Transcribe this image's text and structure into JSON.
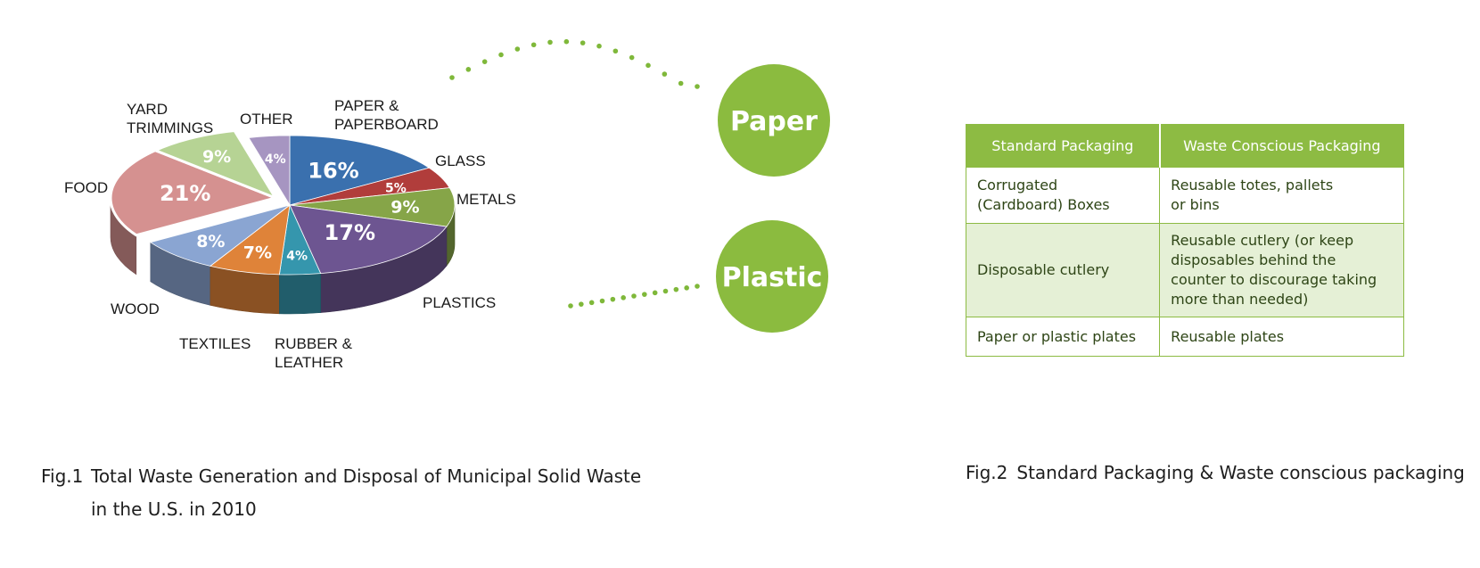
{
  "colors": {
    "accent_green": "#8bbb3f",
    "table_header": "#8dbb43",
    "table_shade": "#e5f0d6",
    "dot_green": "#7fb83a"
  },
  "chart_data": {
    "type": "pie",
    "style": "3d-exploded",
    "slices": [
      {
        "label": "PAPER & PAPERBOARD",
        "value": 16,
        "pct_label": "16%",
        "color": "#3a70ae"
      },
      {
        "label": "GLASS",
        "value": 5,
        "pct_label": "5%",
        "color": "#b13d3b"
      },
      {
        "label": "METALS",
        "value": 9,
        "pct_label": "9%",
        "color": "#86a548"
      },
      {
        "label": "PLASTICS",
        "value": 17,
        "pct_label": "17%",
        "color": "#6d5591"
      },
      {
        "label": "RUBBER & LEATHER",
        "value": 4,
        "pct_label": "4%",
        "color": "#3596ad"
      },
      {
        "label": "TEXTILES",
        "value": 7,
        "pct_label": "7%",
        "color": "#df8339"
      },
      {
        "label": "WOOD",
        "value": 8,
        "pct_label": "8%",
        "color": "#8aa5d2"
      },
      {
        "label": "FOOD",
        "value": 21,
        "pct_label": "21%",
        "color": "#d59190"
      },
      {
        "label": "YARD TRIMMINGS",
        "value": 9,
        "pct_label": "9%",
        "color": "#b6d394"
      },
      {
        "label": "OTHER",
        "value": 4,
        "pct_label": "4%",
        "color": "#a695c1"
      }
    ]
  },
  "bubbles": {
    "paper": "Paper",
    "plastic": "Plastic"
  },
  "table": {
    "headers": [
      "Standard Packaging",
      "Waste Conscious Packaging"
    ],
    "rows": [
      {
        "standard": "Corrugated\n(Cardboard) Boxes",
        "conscious": "Reusable totes, pallets\nor bins",
        "shaded": false
      },
      {
        "standard": "Disposable cutlery",
        "conscious": "Reusable cutlery (or keep\ndisposables behind the\ncounter to discourage taking\nmore than needed)",
        "shaded": true
      },
      {
        "standard": "Paper or plastic plates",
        "conscious": "Reusable plates",
        "shaded": false
      }
    ]
  },
  "captions": {
    "fig1_num": "Fig.1",
    "fig1_line1": "Total Waste Generation and Disposal of Municipal Solid Waste",
    "fig1_line2": "in the U.S. in 2010",
    "fig2_num": "Fig.2",
    "fig2_text": "Standard Packaging & Waste conscious packaging"
  }
}
